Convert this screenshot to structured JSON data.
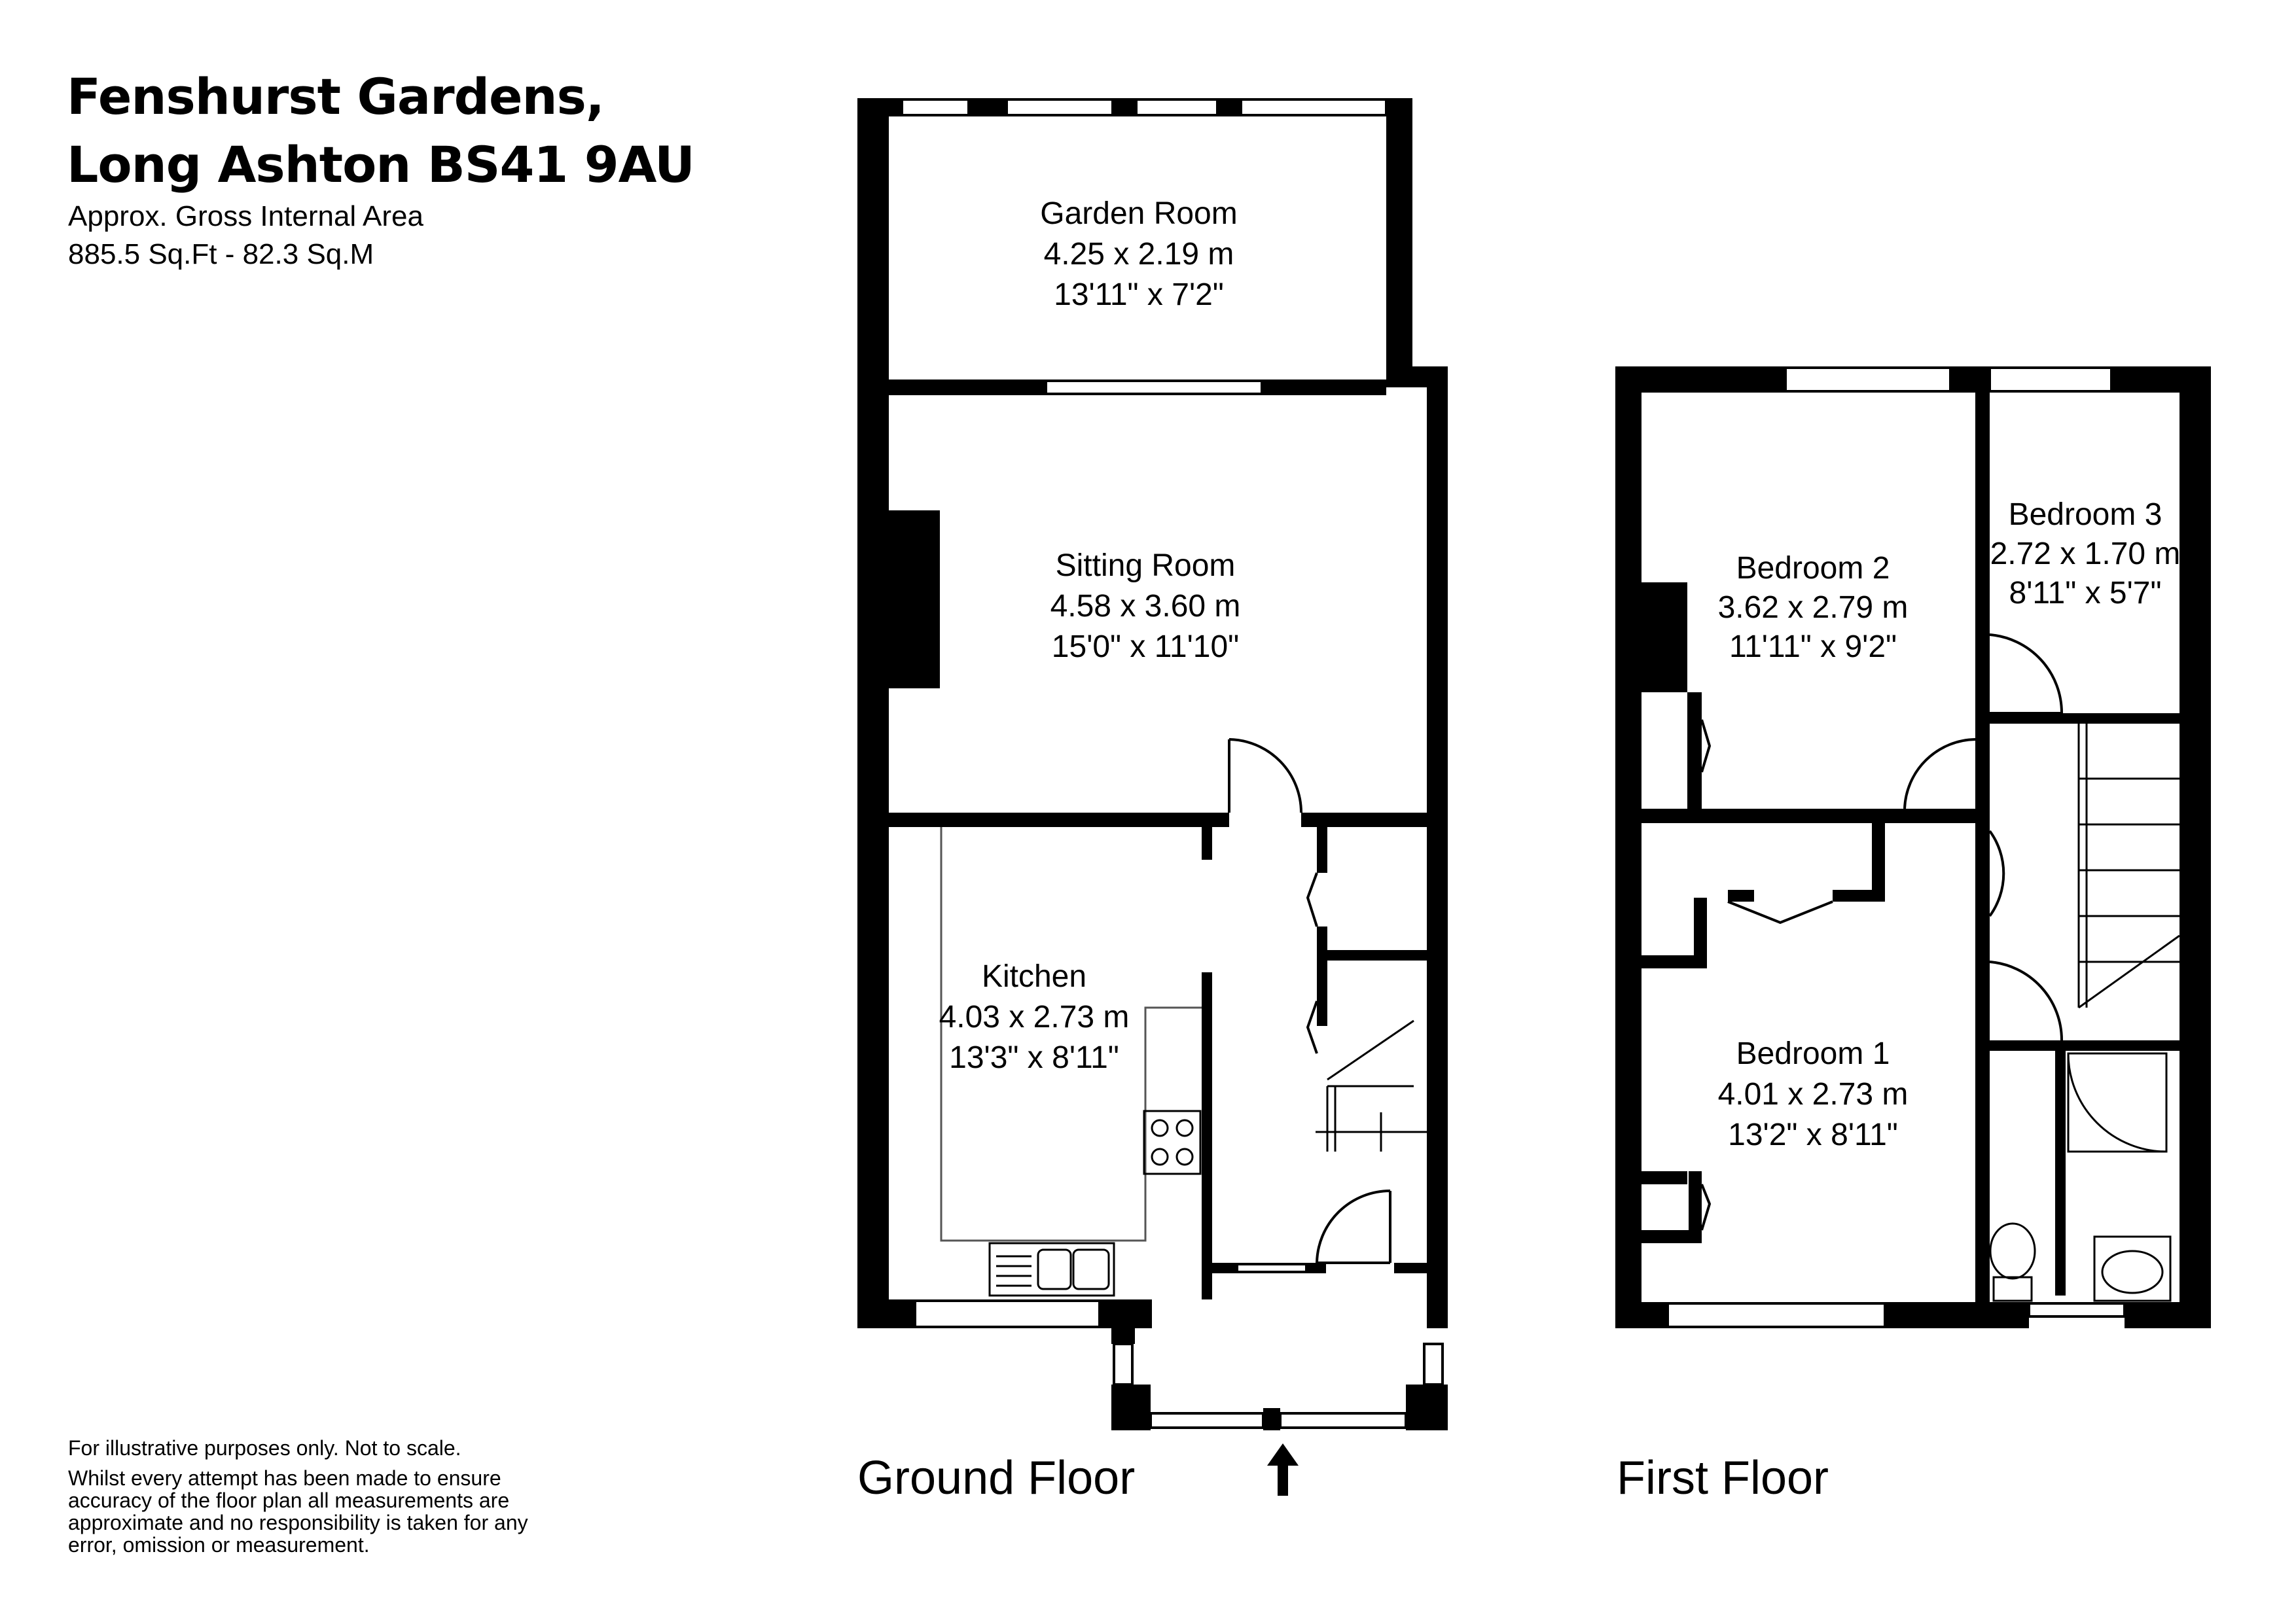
{
  "header": {
    "title_line1": "Fenshurst Gardens,",
    "title_line2": "Long Ashton BS41 9AU",
    "area_label": "Approx. Gross Internal Area",
    "area_value": "885.5 Sq.Ft - 82.3 Sq.M"
  },
  "disclaimer": {
    "line1": "For illustrative purposes only. Not to scale.",
    "line2": "Whilst every attempt has been made to ensure accuracy of the floor plan all measurements are approximate and no responsibility is taken for any error, omission or measurement."
  },
  "ground_floor": {
    "label": "Ground Floor",
    "rooms": [
      {
        "name": "Garden Room",
        "metric": "4.25 x 2.19 m",
        "imperial": "13'11\" x 7'2\""
      },
      {
        "name": "Sitting Room",
        "metric": "4.58 x 3.60 m",
        "imperial": "15'0\" x 11'10\""
      },
      {
        "name": "Kitchen",
        "metric": "4.03 x 2.73 m",
        "imperial": "13'3\" x 8'11\""
      }
    ]
  },
  "first_floor": {
    "label": "First Floor",
    "rooms": [
      {
        "name": "Bedroom 2",
        "metric": "3.62 x 2.79 m",
        "imperial": "11'11\" x 9'2\""
      },
      {
        "name": "Bedroom 3",
        "metric": "2.72 x 1.70 m",
        "imperial": "8'11\" x 5'7\""
      },
      {
        "name": "Bedroom 1",
        "metric": "4.01 x 2.73 m",
        "imperial": "13'2\" x 8'11\""
      }
    ]
  },
  "colors": {
    "wall": "#000000",
    "background": "#ffffff"
  },
  "icons": [
    "entrance-arrow-icon",
    "sink-icon",
    "hob-icon",
    "toilet-icon",
    "shower-icon",
    "basin-icon",
    "stairs-icon"
  ]
}
